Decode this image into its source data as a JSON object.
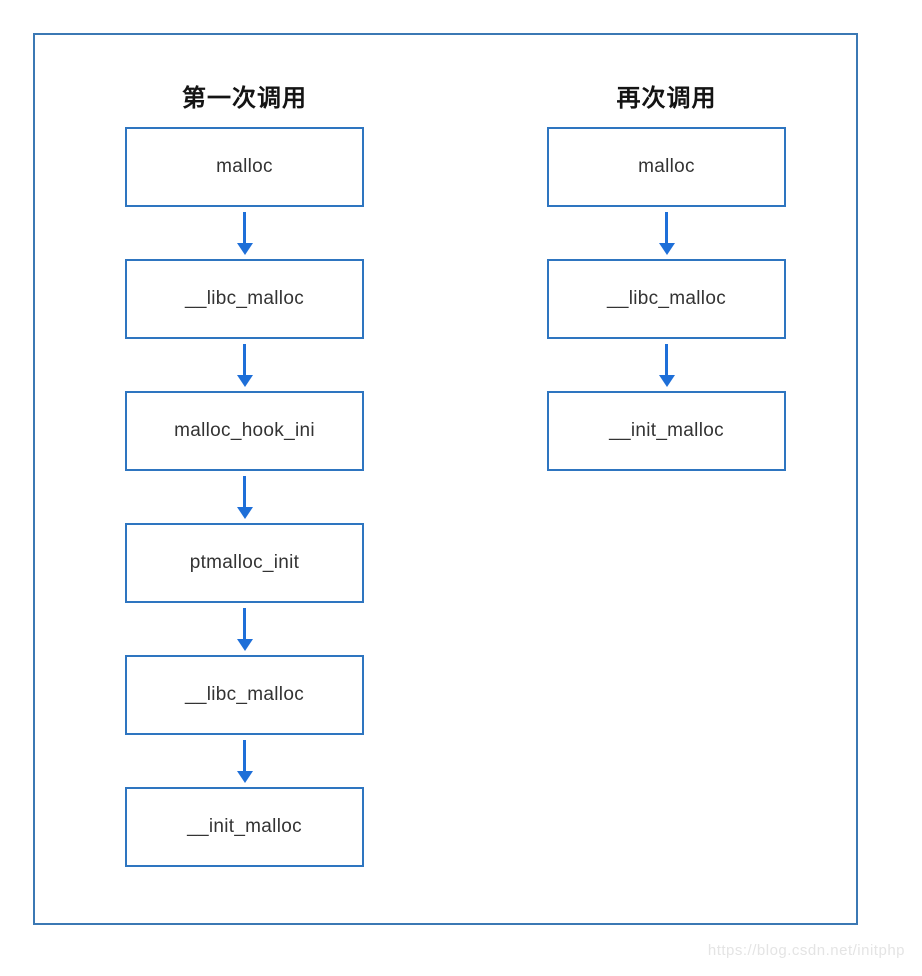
{
  "diagram": {
    "columns": [
      {
        "title": "第一次调用",
        "nodes": [
          "malloc",
          "__libc_malloc",
          "malloc_hook_ini",
          "ptmalloc_init",
          "__libc_malloc",
          "__init_malloc"
        ]
      },
      {
        "title": "再次调用",
        "nodes": [
          "malloc",
          "__libc_malloc",
          "__init_malloc"
        ]
      }
    ],
    "watermark": "https://blog.csdn.net/initphp",
    "colors": {
      "frame_border": "#3b78b4",
      "node_border": "#2e75c0",
      "arrow": "#1e6fd8",
      "node_text": "#333333",
      "header_text": "#141414",
      "watermark_text": "#e4e4e4"
    }
  }
}
